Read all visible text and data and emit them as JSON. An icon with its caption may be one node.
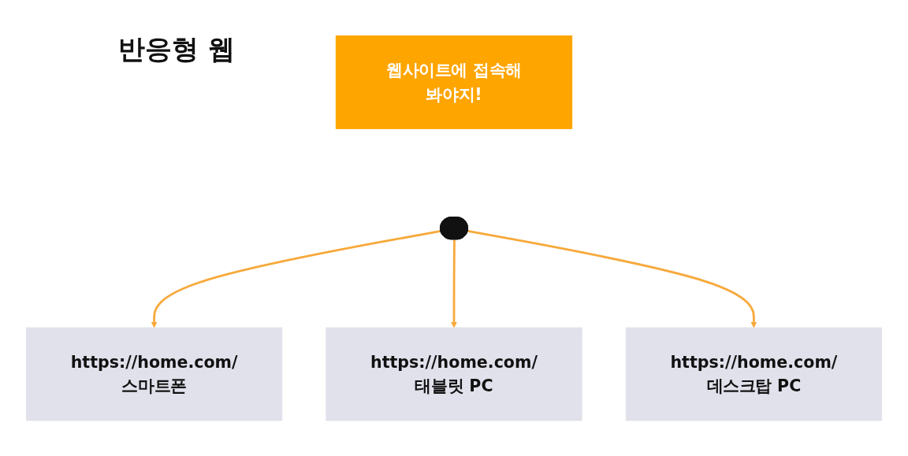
{
  "diagram": {
    "title": "반응형 웹",
    "nodes": [
      {
        "text": [],
        "shape": "person"
      },
      {
        "text": [
          "웹사이트에 접속해봐야지!"
        ]
      },
      {
        "text": [
          "https://home.com/",
          "스마트폰"
        ]
      },
      {
        "text": [
          "https://home.com/",
          "태블릿 PC"
        ]
      },
      {
        "text": [
          "https://home.com/",
          "데스크탑 PC"
        ]
      }
    ],
    "edges": [
      {
        "from": 0,
        "to": 2,
        "arrow": "to"
      },
      {
        "from": 0,
        "to": 3,
        "arrow": "to"
      },
      {
        "from": 0,
        "to": 4,
        "arrow": "to"
      }
    ]
  }
}
